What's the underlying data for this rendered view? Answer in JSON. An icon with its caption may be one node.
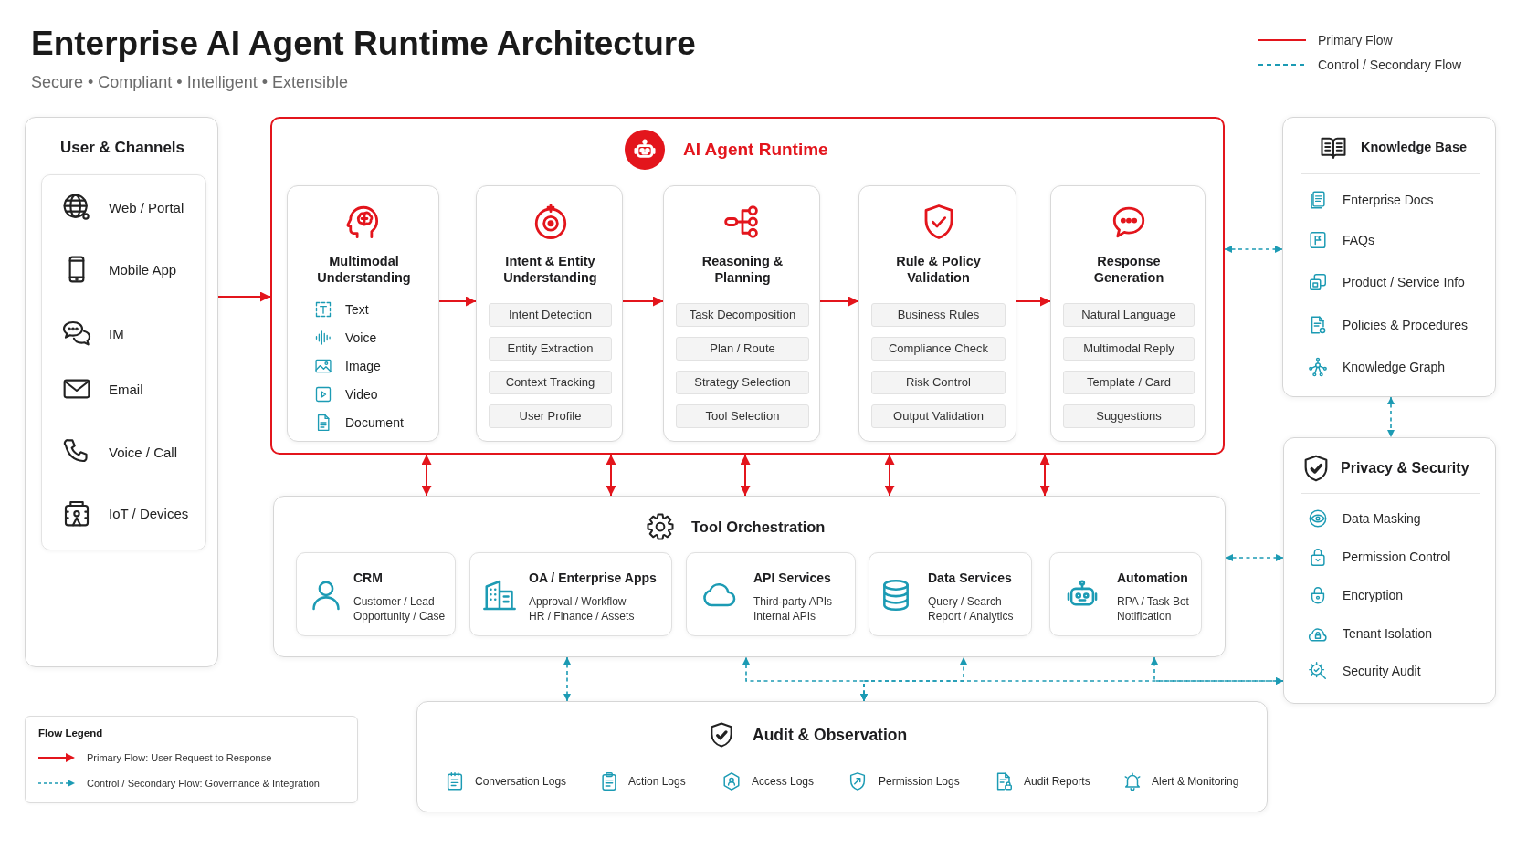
{
  "diagram": {
    "title": "Enterprise AI Agent Runtime Architecture",
    "nodes": [
      {
        "text": [
          "User & Channels"
        ]
      },
      {
        "text": [
          "Web / Portal",
          "Mobile App",
          "IM",
          "Email",
          "Voice / Call",
          "IoT / Devices"
        ],
        "in": 0
      },
      {
        "text": [
          "AI Agent Runtime"
        ]
      },
      {
        "text": [
          "Multimodal Understanding",
          "Text",
          "Voice",
          "Image",
          "Video",
          "Document"
        ],
        "in": 2
      },
      {
        "text": [
          "Intent & Entity Understanding"
        ],
        "in": 2
      },
      {
        "text": [
          "Intent Detection"
        ],
        "in": 4
      },
      {
        "text": [
          "Entity Extraction"
        ],
        "in": 4
      },
      {
        "text": [
          "Context Tracking"
        ],
        "in": 4
      },
      {
        "text": [
          "User Profile"
        ],
        "in": 4
      },
      {
        "text": [
          "Reasoning & Planning"
        ],
        "in": 2
      },
      {
        "text": [
          "Task Decomposition"
        ],
        "in": 9
      },
      {
        "text": [
          "Plan / Route"
        ],
        "in": 9
      },
      {
        "text": [
          "Strategy Selection"
        ],
        "in": 9
      },
      {
        "text": [
          "Tool Selection"
        ],
        "in": 9
      },
      {
        "text": [
          "Rule & Policy Validation"
        ],
        "in": 2
      },
      {
        "text": [
          "Business Rules"
        ],
        "in": 14
      },
      {
        "text": [
          "Compliance Check"
        ],
        "in": 14
      },
      {
        "text": [
          "Risk Control"
        ],
        "in": 14
      },
      {
        "text": [
          "Output Validation"
        ],
        "in": 14
      },
      {
        "text": [
          "Response Generation"
        ],
        "in": 2
      },
      {
        "text": [
          "Natural Language"
        ],
        "in": 19
      },
      {
        "text": [
          "Multimodal Reply"
        ],
        "in": 19
      },
      {
        "text": [
          "Template / Card"
        ],
        "in": 19
      },
      {
        "text": [
          "Suggestions"
        ],
        "in": 19
      },
      {
        "text": [
          "Tool Orchestration"
        ]
      },
      {
        "text": [
          "CRM",
          "Customer / Lead",
          "Opportunity / Case"
        ],
        "in": 24
      },
      {
        "text": [
          "OA / Enterprise Apps",
          "Approval / Workflow",
          "HR / Finance / Assets"
        ],
        "in": 24
      },
      {
        "text": [
          "API Services",
          "Third-party APIs",
          "Internal APIs"
        ],
        "in": 24
      },
      {
        "text": [
          "Data Services",
          "Query / Search",
          "Report / Analytics"
        ],
        "in": 24
      },
      {
        "text": [
          "Automation",
          "RPA / Task Bot",
          "Notification"
        ],
        "in": 24
      },
      {
        "text": [
          "Knowledge Base",
          "Enterprise Docs",
          "FAQs",
          "Product / Service Info",
          "Policies & Procedures",
          "Knowledge Graph"
        ]
      },
      {
        "text": [
          "Privacy & Security",
          "Data Masking",
          "Permission Control",
          "Encryption",
          "Tenant Isolation",
          "Security Audit"
        ]
      },
      {
        "text": [
          "Audit & Observation",
          "Conversation Logs",
          "Action Logs",
          "Access Logs",
          "Permission Logs",
          "Audit Reports",
          "Alert & Monitoring"
        ]
      }
    ],
    "edges": [
      {
        "from": 0,
        "to": 2,
        "arrow": "to"
      },
      {
        "from": 3,
        "to": 4,
        "arrow": "to"
      },
      {
        "from": 4,
        "to": 9,
        "arrow": "to"
      },
      {
        "from": 9,
        "to": 14,
        "arrow": "to"
      },
      {
        "from": 14,
        "to": 19,
        "arrow": "to"
      },
      {
        "from": 2,
        "to": 24,
        "arrow": "both"
      },
      {
        "from": 2,
        "to": 24,
        "arrow": "both"
      },
      {
        "from": 2,
        "to": 24,
        "arrow": "both"
      },
      {
        "from": 2,
        "to": 24,
        "arrow": "both"
      },
      {
        "from": 2,
        "to": 24,
        "arrow": "both"
      },
      {
        "from": 2,
        "to": 30,
        "arrow": "both",
        "style": "dashed",
        "color": "#1c9bb4"
      },
      {
        "from": 30,
        "to": 31,
        "arrow": "both",
        "style": "dashed",
        "color": "#1c9bb4"
      },
      {
        "from": 24,
        "to": 31,
        "arrow": "both",
        "style": "dashed",
        "color": "#1c9bb4"
      },
      {
        "from": 24,
        "to": 32,
        "arrow": "both",
        "style": "dashed",
        "color": "#1c9bb4"
      },
      {
        "from": 32,
        "to": 24,
        "arrow": "both",
        "style": "dashed",
        "color": "#1c9bb4"
      },
      {
        "from": 32,
        "to": 24,
        "arrow": "both",
        "style": "dashed",
        "color": "#1c9bb4"
      },
      {
        "from": 31,
        "to": 24,
        "arrow": "both",
        "style": "dashed",
        "color": "#1c9bb4"
      },
      {
        "from": 32,
        "to": 31,
        "arrow": "both",
        "style": "dashed",
        "color": "#1c9bb4"
      }
    ],
    "labels": [
      "Secure • Compliant • Intelligent • Extensible",
      "Flow Legend"
    ],
    "legend": [
      {
        "text": "Primary Flow"
      },
      {
        "text": "Control / Secondary Flow"
      },
      {
        "text": "Primary Flow: User Request to Response"
      },
      {
        "text": "Control / Secondary Flow: Governance & Integration"
      }
    ]
  }
}
